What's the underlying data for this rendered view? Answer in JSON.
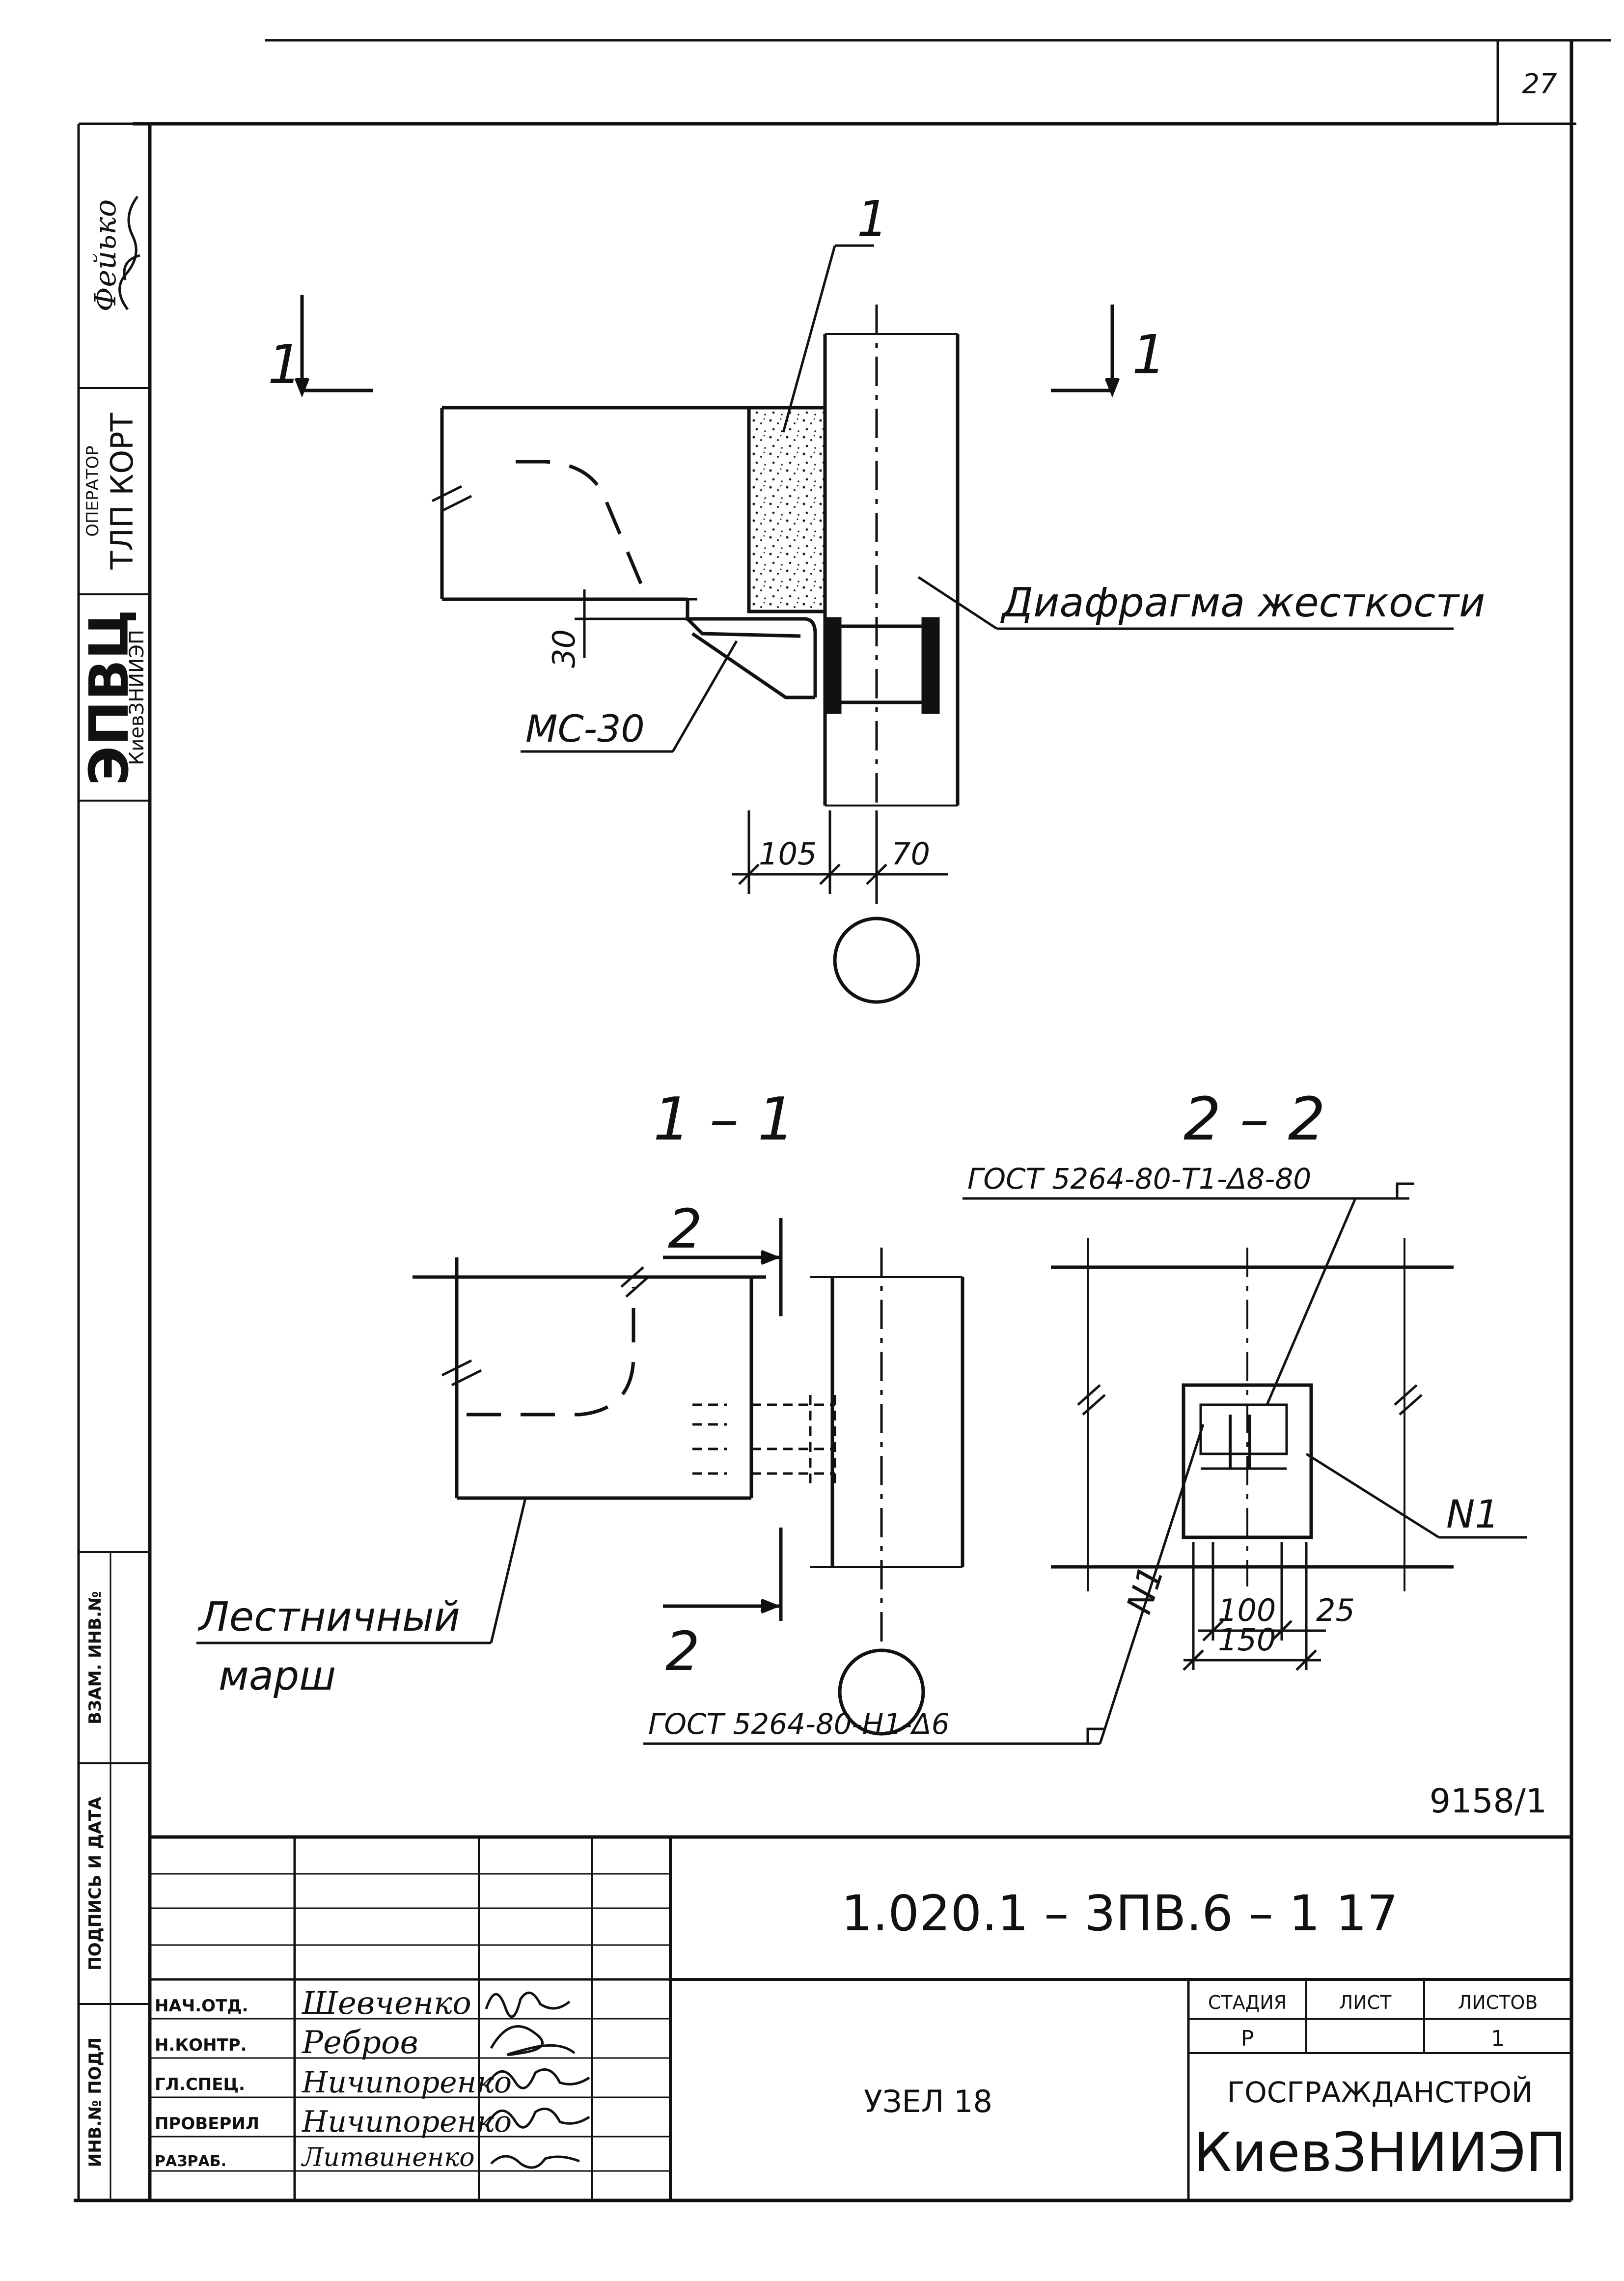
{
  "sheet_number": "27",
  "left_strip": {
    "stamp_main": "ЭПВЦ",
    "stamp_sub": "КиевЗНИИЭП",
    "operator_label": "ОПЕРАТОР",
    "operator_value": "ТЛП КОРТ",
    "operator_name": "Фейько",
    "fields": [
      "ИНВ.№ ПОДЛ",
      "ПОДПИСЬ И ДАТА",
      "ВЗАМ. ИНВ.№"
    ]
  },
  "plan": {
    "section_left": "1",
    "section_right": "1",
    "leader_1": "1",
    "wall_label": "Диафрагма жесткости",
    "mortar_label": "МС-30",
    "dim_30": "30",
    "dim_105": "105",
    "dim_70": "70"
  },
  "section_11": {
    "title": "1 – 1",
    "cut_top": "2",
    "cut_bottom": "2",
    "label_line1": "Лестничный",
    "label_line2": "марш"
  },
  "section_22": {
    "title": "2 – 2",
    "weld_top": "ГОСТ 5264-80-Т1-Δ8-80",
    "weld_bottom": "ГОСТ 5264-80-Н1-Δ6",
    "n1_right": "N1",
    "n1_left": "N1",
    "dim_100": "100",
    "dim_25": "25",
    "dim_150": "150"
  },
  "archive_number": "9158/1",
  "title_block": {
    "designation": "1.020.1 – 3ПВ.6 – 1   17",
    "sheet_title": "УЗЕЛ 18",
    "col_stage": "СТАДИЯ",
    "col_sheet": "ЛИСТ",
    "col_sheets": "ЛИСТОВ",
    "stage_value": "Р",
    "sheets_value": "1",
    "org_line1": "ГОСГРАЖДАНСТРОЙ",
    "org_line2": "КиевЗНИИЭП",
    "signatures": [
      {
        "role": "НАЧ.ОТД.",
        "name": "Шевченко"
      },
      {
        "role": "Н.КОНТР.",
        "name": "Ребров"
      },
      {
        "role": "ГЛ.СПЕЦ.",
        "name": "Ничипоренко"
      },
      {
        "role": "ПРОВЕРИЛ",
        "name": "Ничипоренко"
      },
      {
        "role": "РАЗРАБ.",
        "name": "Литвиненко"
      }
    ]
  }
}
